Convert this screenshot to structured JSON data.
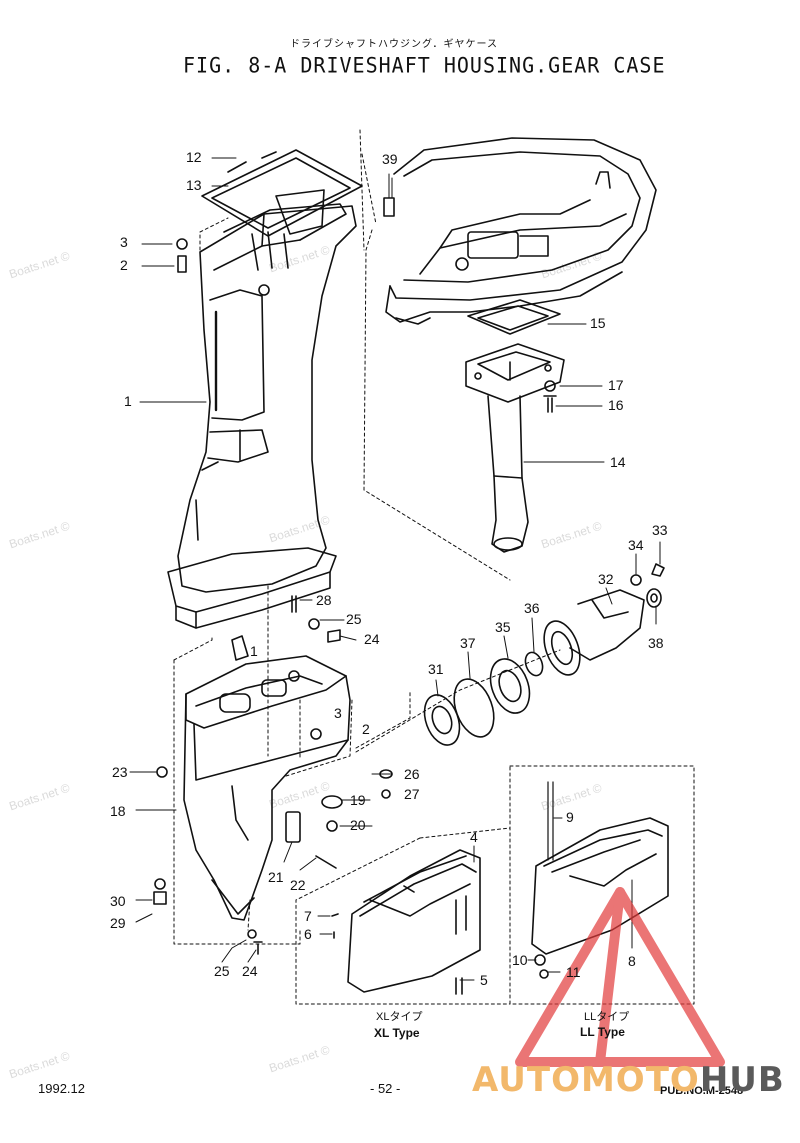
{
  "header": {
    "japanese_title": "ドライブシャフトハウジング．ギヤケース",
    "figure_title": "FIG.  8-A DRIVESHAFT HOUSING.GEAR CASE"
  },
  "callouts": [
    {
      "n": "12"
    },
    {
      "n": "13"
    },
    {
      "n": "3"
    },
    {
      "n": "2"
    },
    {
      "n": "1"
    },
    {
      "n": "39"
    },
    {
      "n": "15"
    },
    {
      "n": "17"
    },
    {
      "n": "16"
    },
    {
      "n": "14"
    },
    {
      "n": "33"
    },
    {
      "n": "34"
    },
    {
      "n": "32"
    },
    {
      "n": "38"
    },
    {
      "n": "36"
    },
    {
      "n": "35"
    },
    {
      "n": "37"
    },
    {
      "n": "31"
    },
    {
      "n": "28"
    },
    {
      "n": "25"
    },
    {
      "n": "24"
    },
    {
      "n": "1"
    },
    {
      "n": "3"
    },
    {
      "n": "2"
    },
    {
      "n": "23"
    },
    {
      "n": "26"
    },
    {
      "n": "19"
    },
    {
      "n": "27"
    },
    {
      "n": "18"
    },
    {
      "n": "20"
    },
    {
      "n": "21"
    },
    {
      "n": "22"
    },
    {
      "n": "30"
    },
    {
      "n": "29"
    },
    {
      "n": "25"
    },
    {
      "n": "24"
    },
    {
      "n": "4"
    },
    {
      "n": "7"
    },
    {
      "n": "6"
    },
    {
      "n": "5"
    },
    {
      "n": "9"
    },
    {
      "n": "10"
    },
    {
      "n": "11"
    },
    {
      "n": "8"
    }
  ],
  "captions": {
    "xl_japanese": "XLタイプ",
    "xl_type": "XL Type",
    "ll_japanese": "LLタイプ",
    "ll_type": "LL Type"
  },
  "footer": {
    "date": "1992.12",
    "page": "- 52 -",
    "pub": "PUB.NO.M-2548"
  },
  "watermark": {
    "text": "Boats.net ©",
    "brand_part1": "AUTOMOTO",
    "brand_part2": "HUB",
    "brand_colors": {
      "accent": "#f2b86b",
      "dark": "#5a5a5a",
      "triangle": "#e23b3b"
    }
  }
}
